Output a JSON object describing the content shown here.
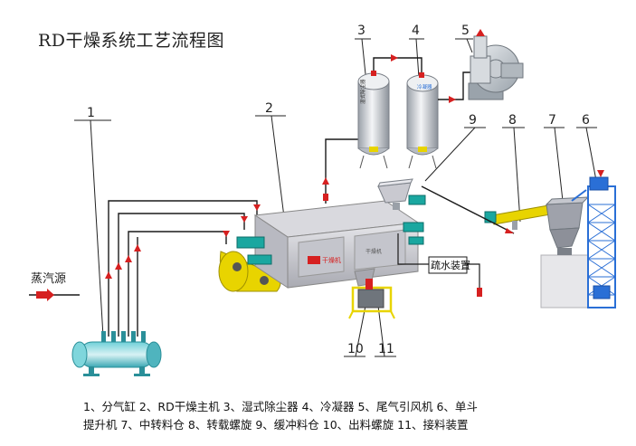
{
  "title": "RD干燥系统工艺流程图",
  "labels": {
    "steam_source": "蒸汽源",
    "drain_device": "疏水装置",
    "dryer_plate": "干燥机",
    "dryer_plate2": "干燥机",
    "tank3_plate": "湿式除尘器",
    "tank4_plate": "冷凝器"
  },
  "callouts": [
    "1",
    "2",
    "3",
    "4",
    "5",
    "6",
    "7",
    "8",
    "9",
    "10",
    "11"
  ],
  "legend": {
    "line1": "1、分气缸 2、RD干燥主机  3、湿式除尘器  4、冷凝器  5、尾气引风机  6、单斗",
    "line2": "提升机  7、中转料仓  8、转载螺旋  9、缓冲料仓  10、出料螺旋  11、接料装置"
  },
  "colors": {
    "pipe": "#1a1a1a",
    "arrow": "#d62020",
    "machine_body": "#c9c9d0",
    "yellow": "#e8d400",
    "blue": "#2a6fd6",
    "teal": "#1aa7a0"
  }
}
